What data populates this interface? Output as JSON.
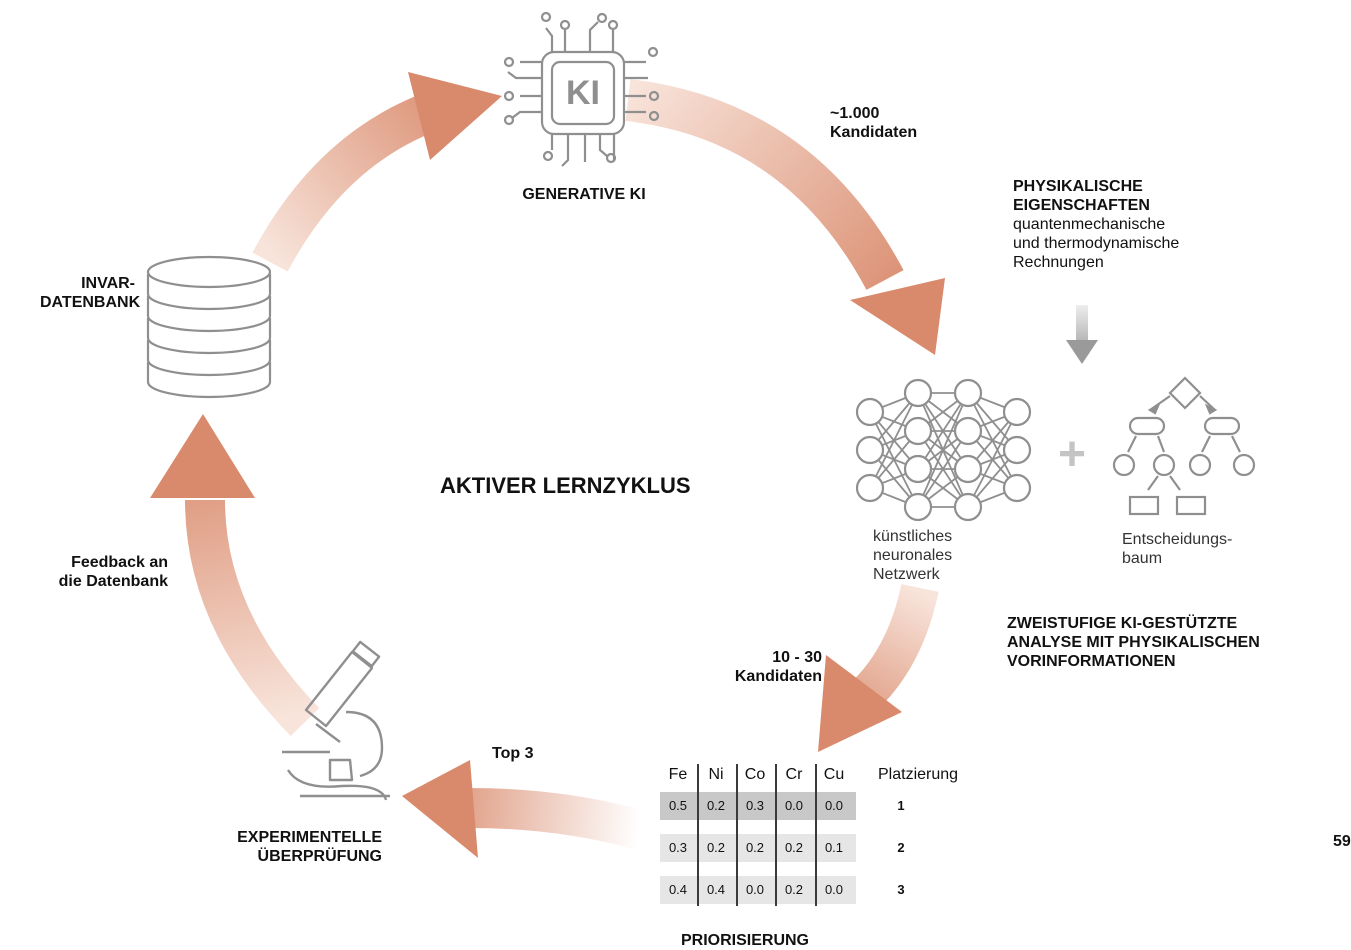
{
  "center_title": "AKTIVER LERNZYKLUS",
  "nodes": {
    "generative_ki": {
      "icon_text": "KI",
      "label": "GENERATIVE KI"
    },
    "database": {
      "label_line1": "INVAR-",
      "label_line2": "DATENBANK"
    },
    "physics": {
      "title_line1": "PHYSIKALISCHE",
      "title_line2": "EIGENSCHAFTEN",
      "desc_line1": "quantenmechanische",
      "desc_line2": "und thermodynamische",
      "desc_line3": "Rechnungen"
    },
    "neural_net": {
      "line1": "künstliches",
      "line2": "neuronales",
      "line3": "Netzwerk"
    },
    "decision_tree": {
      "line1": "Entscheidungs-",
      "line2": "baum"
    },
    "analysis": {
      "line1": "ZWEISTUFIGE KI-GESTÜTZTE",
      "line2": "ANALYSE MIT PHYSIKALISCHEN",
      "line3": "VORINFORMATIONEN"
    },
    "experiment": {
      "line1": "EXPERIMENTELLE",
      "line2": "ÜBERPRÜFUNG"
    },
    "prio": {
      "label": "PRIORISIERUNG"
    }
  },
  "arrows": {
    "candidates_1000": {
      "line1": "~1.000",
      "line2": "Kandidaten"
    },
    "candidates_10_30": {
      "line1": "10 - 30",
      "line2": "Kandidaten"
    },
    "top3": "Top 3",
    "feedback": {
      "line1": "Feedback an",
      "line2": "die Datenbank"
    }
  },
  "plus_symbol": "+",
  "table": {
    "headers": [
      "Fe",
      "Ni",
      "Co",
      "Cr",
      "Cu"
    ],
    "rank_header": "Platzierung",
    "rows": [
      {
        "values": [
          "0.5",
          "0.2",
          "0.3",
          "0.0",
          "0.0"
        ],
        "rank": "1"
      },
      {
        "values": [
          "0.3",
          "0.2",
          "0.2",
          "0.2",
          "0.1"
        ],
        "rank": "2"
      },
      {
        "values": [
          "0.4",
          "0.4",
          "0.0",
          "0.2",
          "0.0"
        ],
        "rank": "3"
      }
    ]
  },
  "page_number": "59",
  "colors": {
    "arrow": "#d98a6c",
    "arrow_light": "#f6ddd2",
    "icon": "#8f8f8f",
    "row_top": "#c8c8c8",
    "row": "#e6e6e6"
  }
}
